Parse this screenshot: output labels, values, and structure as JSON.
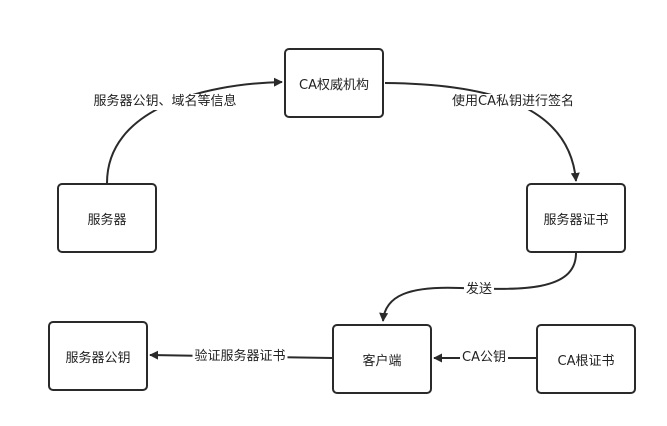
{
  "nodes": {
    "ca_authority": "CA权威机构",
    "server": "服务器",
    "server_cert": "服务器证书",
    "client": "客户端",
    "server_pubkey": "服务器公钥",
    "ca_root_cert": "CA根证书"
  },
  "edges": {
    "server_to_ca": "服务器公钥、域名等信息",
    "ca_to_cert": "使用CA私钥进行签名",
    "cert_to_client": "发送",
    "root_to_client": "CA公钥",
    "client_to_pubkey": "验证服务器证书"
  }
}
